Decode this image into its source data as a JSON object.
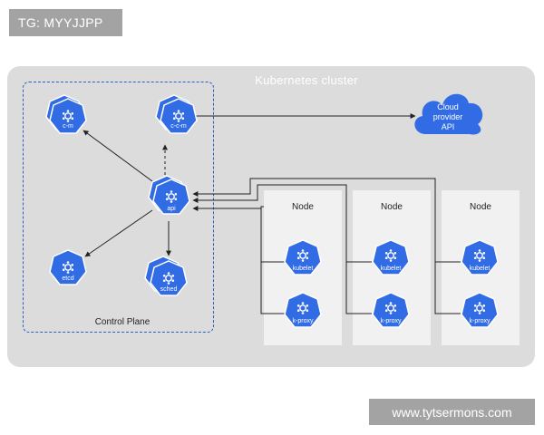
{
  "watermark": {
    "left": "TG: MYYJJPP",
    "right": "www.tytsermons.com"
  },
  "cluster": {
    "title": "Kubernetes cluster"
  },
  "control_plane": {
    "label": "Control Plane",
    "components": {
      "cm": "c-m",
      "ccm": "c-c-m",
      "api": "api",
      "etcd": "etcd",
      "sched": "sched"
    }
  },
  "cloud": {
    "line1": "Cloud",
    "line2": "provider",
    "line3": "API"
  },
  "nodes": [
    {
      "title": "Node",
      "kubelet": "kubelet",
      "kproxy": "k-proxy"
    },
    {
      "title": "Node",
      "kubelet": "kubelet",
      "kproxy": "k-proxy"
    },
    {
      "title": "Node",
      "kubelet": "kubelet",
      "kproxy": "k-proxy"
    }
  ],
  "colors": {
    "accent": "#326ce5",
    "panel": "#dcdcdc",
    "node": "#f1f1f1",
    "watermark": "#a3a3a3"
  }
}
